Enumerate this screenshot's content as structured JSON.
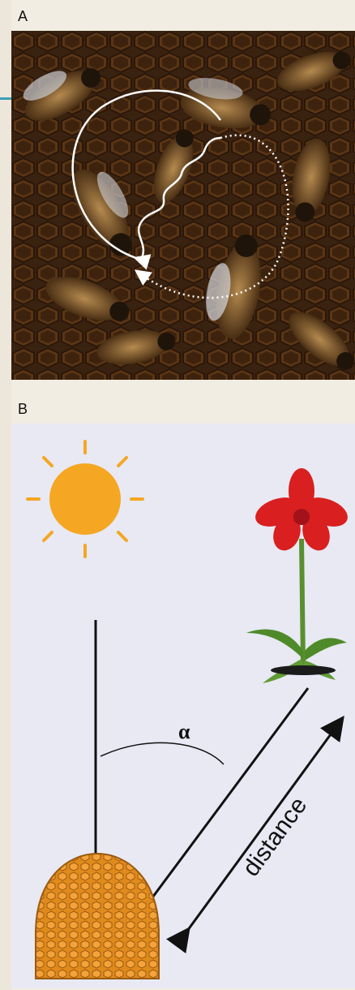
{
  "panels": {
    "a": {
      "label": "A"
    },
    "b": {
      "label": "B",
      "angle_label": "α",
      "distance_label": "distance"
    }
  },
  "colors": {
    "sun": "#f5a623",
    "flower": "#d91f1f",
    "stem": "#5a8f2f",
    "hive": "#e08a1b",
    "panel_b_background": "#e8e9f3",
    "comb_background": "#4a2c12"
  },
  "icons": [
    "sun-icon",
    "flower-icon",
    "beehive-icon",
    "bee-icon"
  ]
}
